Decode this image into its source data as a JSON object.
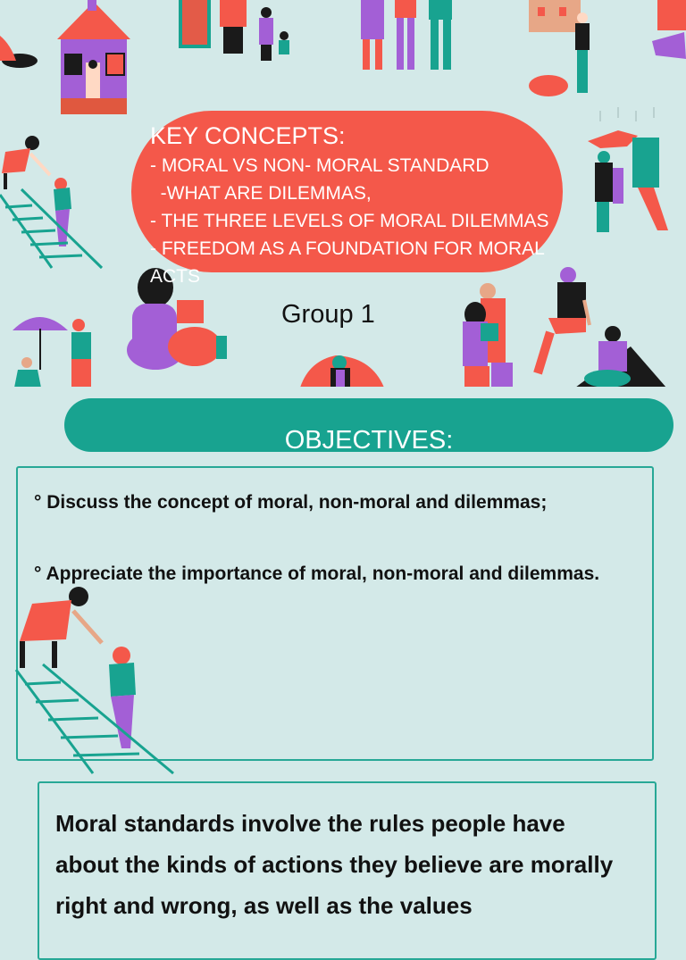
{
  "key_concepts": {
    "title": "KEY CONCEPTS:",
    "items": [
      "- MORAL VS NON- MORAL STANDARD",
      "  -WHAT ARE DILEMMAS,",
      "- THE THREE LEVELS OF MORAL DILEMMAS",
      "- FREEDOM AS A FOUNDATION FOR MORAL ACTS"
    ]
  },
  "group_label": "Group 1",
  "objectives": {
    "title": "OBJECTIVES:",
    "items": [
      "° Discuss the concept of moral, non-moral and dilemmas;",
      "° Appreciate the importance of moral, non-moral and dilemmas."
    ]
  },
  "moral_standards_text": "Moral standards involve the rules people have about the kinds of actions they believe are morally right and wrong, as well as the values",
  "colors": {
    "background": "#d3e9e8",
    "coral": "#f4584a",
    "teal": "#18a390",
    "purple": "#a35fd6",
    "text": "#111111"
  }
}
